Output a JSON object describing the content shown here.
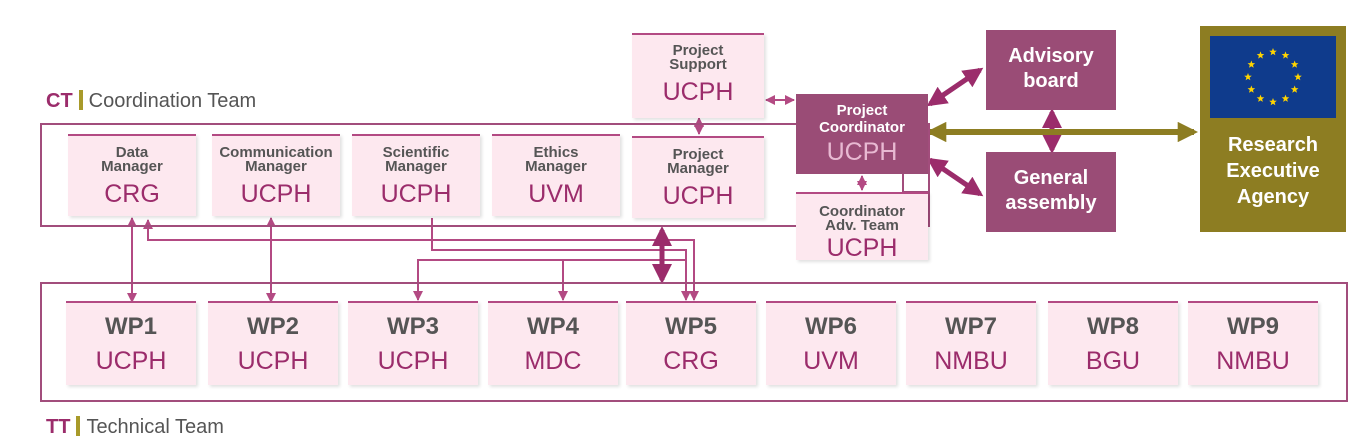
{
  "coordination_team": {
    "abbr": "CT",
    "name": "Coordination Team"
  },
  "technical_team": {
    "abbr": "TT",
    "name": "Technical Team"
  },
  "project_support": {
    "role": "Project\nSupport",
    "org": "UCPH"
  },
  "managers": [
    {
      "role": "Data\nManager",
      "org": "CRG"
    },
    {
      "role": "Communication\nManager",
      "org": "UCPH"
    },
    {
      "role": "Scientific\nManager",
      "org": "UCPH"
    },
    {
      "role": "Ethics\nManager",
      "org": "UVM"
    },
    {
      "role": "Project\nManager",
      "org": "UCPH"
    }
  ],
  "coordinator_adv_team": {
    "role": "Coordinator\nAdv. Team",
    "org": "UCPH"
  },
  "project_coordinator": {
    "role": "Project\nCoordinator",
    "org": "UCPH"
  },
  "advisory_board": {
    "label": "Advisory\nboard"
  },
  "general_assembly": {
    "label": "General\nassembly"
  },
  "funding_agency": {
    "label": "Research\nExecutive\nAgency"
  },
  "work_packages": [
    {
      "title": "WP1",
      "org": "UCPH"
    },
    {
      "title": "WP2",
      "org": "UCPH"
    },
    {
      "title": "WP3",
      "org": "UCPH"
    },
    {
      "title": "WP4",
      "org": "MDC"
    },
    {
      "title": "WP5",
      "org": "CRG"
    },
    {
      "title": "WP6",
      "org": "UVM"
    },
    {
      "title": "WP7",
      "org": "NMBU"
    },
    {
      "title": "WP8",
      "org": "BGU"
    },
    {
      "title": "WP9",
      "org": "NMBU"
    }
  ],
  "colors": {
    "accent": "#9b2c6b",
    "dark_box": "#9a4c76",
    "light_box": "#fde8ef",
    "olive": "#8d7d22",
    "eu_blue": "#0f3b8c",
    "eu_star": "#ffd400"
  },
  "icons": {
    "eu_flag": "eu-flag-icon"
  }
}
